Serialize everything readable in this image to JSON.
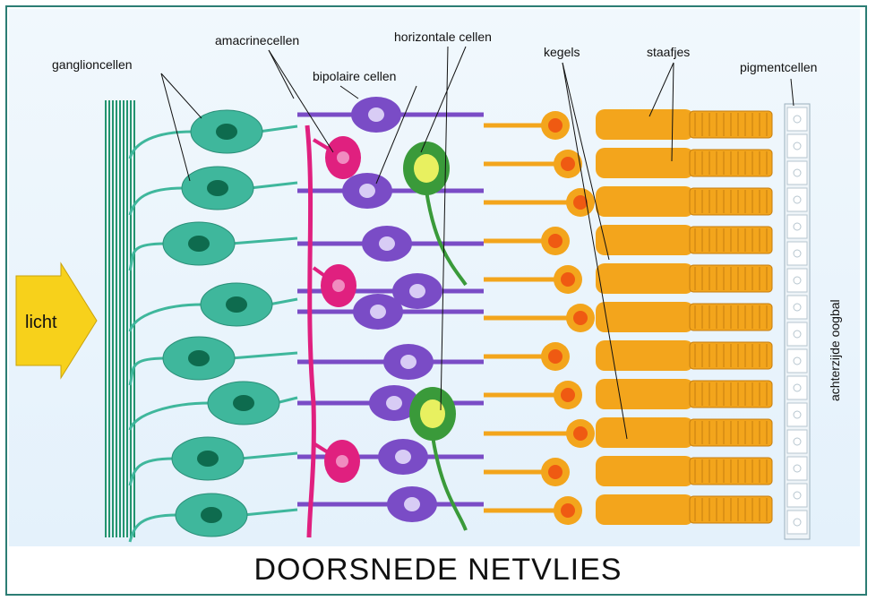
{
  "labels": {
    "ganglion": "ganglioncellen",
    "amacrine": "amacrinecellen",
    "bipolar": "bipolaire cellen",
    "horizontal": "horizontale cellen",
    "cones": "kegels",
    "rods": "staafjes",
    "pigment": "pigmentcellen",
    "back_of_eye": "achterzijde oogbal",
    "light": "licht"
  },
  "title": "DOORSNEDE NETVLIES",
  "colors": {
    "ganglion": "#3fb79c",
    "ganglion_nucleus": "#0e6b4e",
    "nerve_fibers": "#23946f",
    "amacrine": "#e0207f",
    "bipolar": "#7a4cc6",
    "bipolar_nucleus": "#d8ccf5",
    "horizontal": "#3a9a3a",
    "horizontal_nucleus": "#e8f060",
    "photoreceptor": "#f3a51c",
    "photoreceptor_nucleus": "#ef5a12",
    "pigment": "#eef4f8",
    "arrow": "#f7d11b",
    "border": "#2c7d74"
  },
  "icons": [
    "light-arrow"
  ]
}
